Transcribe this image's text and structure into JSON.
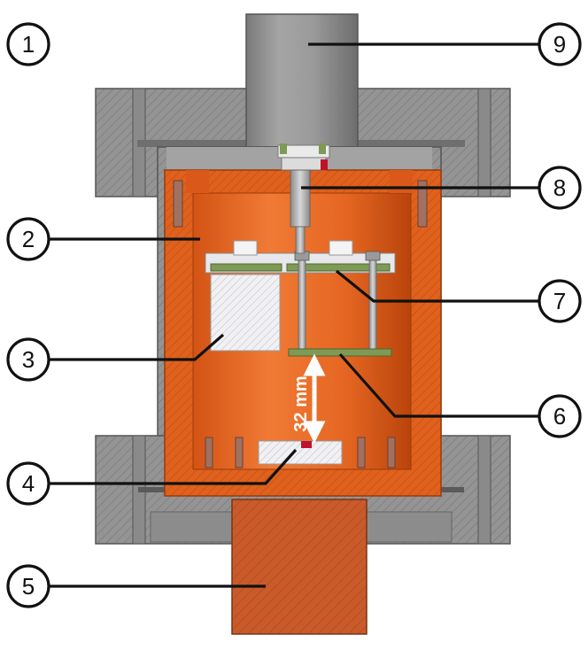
{
  "colors": {
    "steel": "#8f8f8f",
    "steel_dark": "#6e6e6e",
    "copper": "#e2621c",
    "copper_dark": "#c84e10",
    "copper_bar": "#c95a2a",
    "pcb": "#7f9a55"
  },
  "labels": [
    {
      "id": "1",
      "text": "1"
    },
    {
      "id": "2",
      "text": "2"
    },
    {
      "id": "3",
      "text": "3"
    },
    {
      "id": "4",
      "text": "4"
    },
    {
      "id": "5",
      "text": "5"
    },
    {
      "id": "6",
      "text": "6"
    },
    {
      "id": "7",
      "text": "7"
    },
    {
      "id": "8",
      "text": "8"
    },
    {
      "id": "9",
      "text": "9"
    }
  ],
  "dimension": {
    "text": "32 mm"
  }
}
